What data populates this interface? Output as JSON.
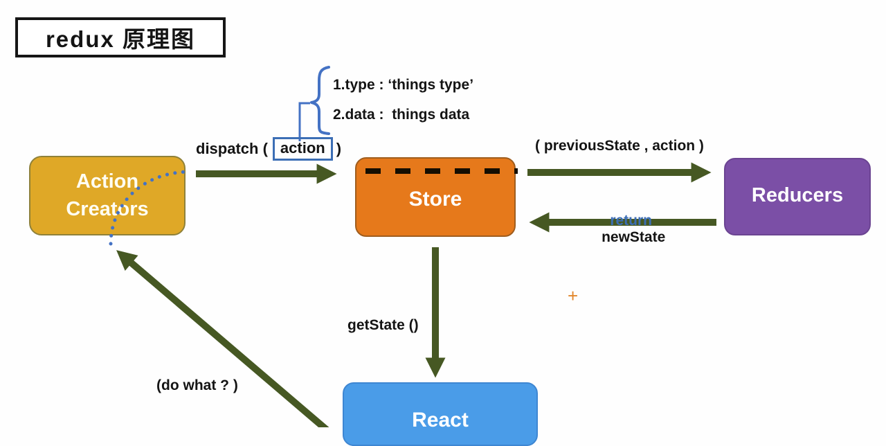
{
  "title": "redux 原理图",
  "nodes": {
    "action_creators": {
      "line1": "Action",
      "line2": "Creators"
    },
    "store": {
      "label": "Store"
    },
    "reducers": {
      "label": "Reducers"
    },
    "react": {
      "label": "React"
    }
  },
  "labels": {
    "dispatch_prefix": "dispatch (",
    "dispatch_action": "action",
    "dispatch_suffix": ")",
    "payload_line1": "1.type : ‘things type’",
    "payload_line2": "2.data :  things data",
    "previous_state": "( previousState , action )",
    "return_keyword": "return",
    "return_value": "newState",
    "get_state": "getState ()",
    "do_what": "(do what ? )",
    "cursor_plus": "+"
  },
  "colors": {
    "action_creators_fill": "#DFA827",
    "store_fill": "#E6791B",
    "reducers_fill": "#7B4FA6",
    "react_fill": "#4A9CE8",
    "arrow_green": "#465823",
    "accent_blue": "#4472C4",
    "return_blue": "#3C6EB5",
    "dash_black": "#140E02",
    "plus_orange": "#E2862B",
    "background": "#FEFEFE"
  }
}
